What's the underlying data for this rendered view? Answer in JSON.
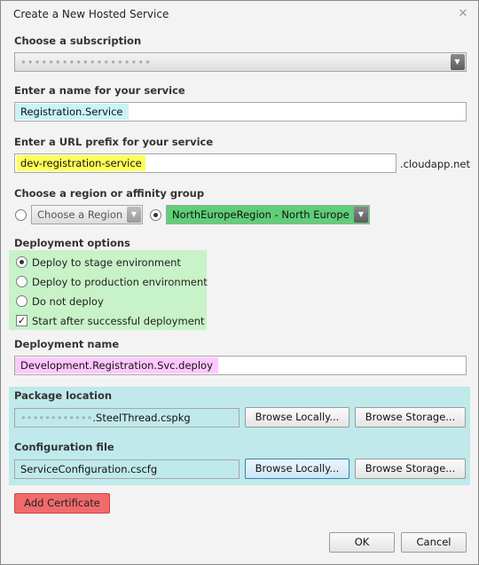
{
  "window": {
    "title": "Create a New Hosted Service",
    "close_glyph": "✕"
  },
  "subscription": {
    "label": "Choose a subscription",
    "value": "•••••••••••••••••••"
  },
  "service_name": {
    "label": "Enter a name for your service",
    "value": "Registration.Service"
  },
  "url_prefix": {
    "label": "Enter a URL prefix for your service",
    "value": "dev-registration-service",
    "suffix": ".cloudapp.net"
  },
  "region": {
    "label": "Choose a region or affinity group",
    "region_placeholder": "Choose a Region",
    "affinity_value": "NorthEuropeRegion  -  North Europe"
  },
  "deployment_options": {
    "label": "Deployment options",
    "options": [
      {
        "label": "Deploy to stage environment",
        "selected": true
      },
      {
        "label": "Deploy to production environment",
        "selected": false
      },
      {
        "label": "Do not deploy",
        "selected": false
      }
    ],
    "start_after": {
      "label": "Start after successful deployment",
      "checked": true,
      "glyph": "✓"
    }
  },
  "deployment_name": {
    "label": "Deployment name",
    "value": "Development.Registration.Svc.deploy"
  },
  "package": {
    "label": "Package location",
    "value_blurred": "••••••••••••",
    "value_file": ".SteelThread.cspkg",
    "browse_local": "Browse Locally...",
    "browse_storage": "Browse Storage..."
  },
  "config": {
    "label": "Configuration file",
    "value": "ServiceConfiguration.cscfg",
    "browse_local": "Browse Locally...",
    "browse_storage": "Browse Storage..."
  },
  "add_certificate": "Add Certificate",
  "footer": {
    "ok": "OK",
    "cancel": "Cancel"
  },
  "icons": {
    "dropdown": "▼"
  },
  "colors": {
    "name_highlight": "#c8f4f8",
    "url_highlight": "#ffff5a",
    "deploy_highlight": "#ffc7ff",
    "region_highlight": "#5fcf77",
    "certificate_button": "#f06b6b"
  }
}
